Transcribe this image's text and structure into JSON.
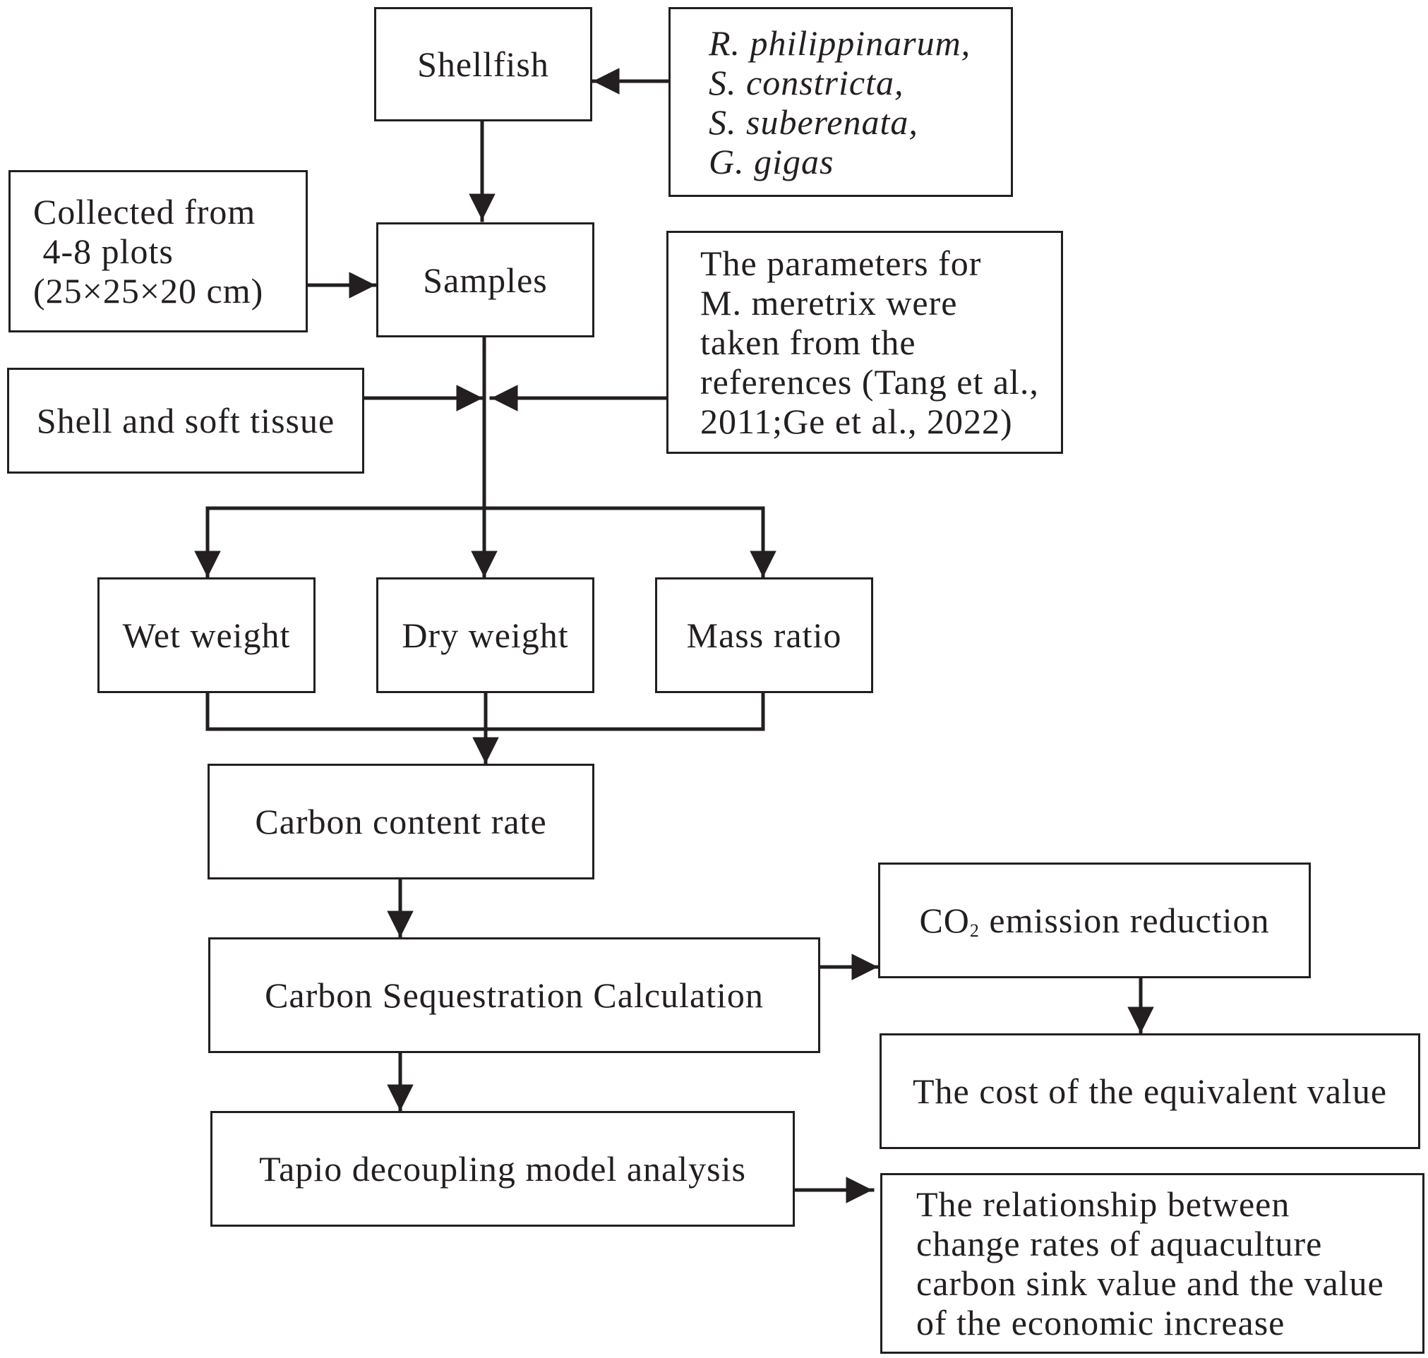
{
  "nodes": {
    "shellfish": "Shellfish",
    "species": [
      "R. philippinarum,",
      "S. constricta,",
      "S. suberenata,",
      "G. gigas"
    ],
    "collected": [
      "Collected from",
      " 4-8 plots",
      "(25×25×20 cm)"
    ],
    "samples": "Samples",
    "parameters": [
      "The parameters for",
      "M. meretrix were",
      "taken from the",
      "references (Tang et al.,",
      "2011;Ge et al., 2022)"
    ],
    "shell_tissue": "Shell and soft tissue",
    "wet_weight": "Wet weight",
    "dry_weight": "Dry weight",
    "mass_ratio": "Mass ratio",
    "carbon_content": "Carbon content rate",
    "carbon_seq": "Carbon Sequestration Calculation",
    "co2_prefix": "CO",
    "co2_sub": "2",
    "co2_suffix": " emission reduction",
    "cost": "The cost of the equivalent value",
    "tapio": "Tapio decoupling model analysis",
    "relationship": [
      "The relationship between",
      "change rates of aquaculture",
      "carbon sink value and the value",
      "of the economic increase"
    ]
  },
  "colors": {
    "stroke": "#231f20",
    "background": "#ffffff"
  }
}
